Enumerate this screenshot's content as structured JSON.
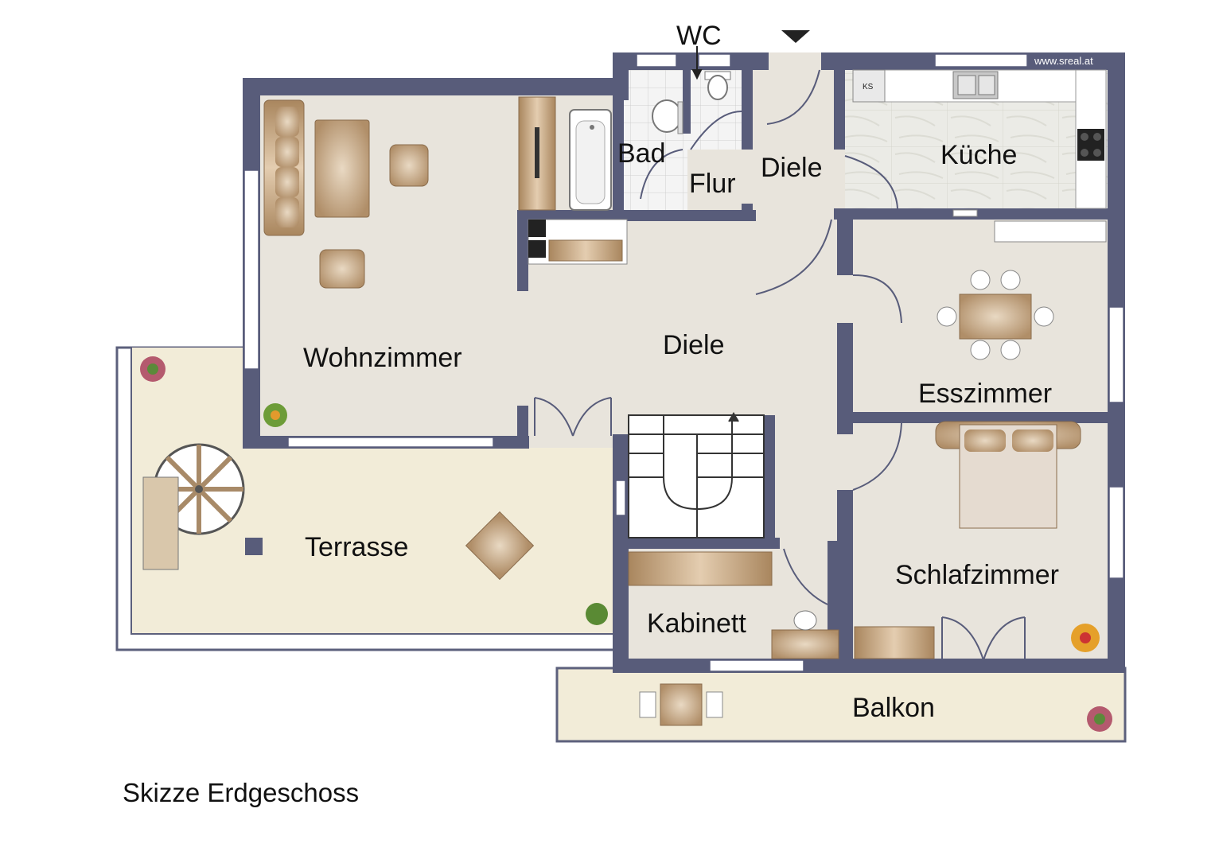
{
  "watermark": "www.sreal.at",
  "caption": "Skizze Erdgeschoss",
  "ks_label": "KS",
  "rooms": {
    "wc": "WC",
    "bad": "Bad",
    "flur": "Flur",
    "diele_top": "Diele",
    "kueche": "Küche",
    "wohnzimmer": "Wohnzimmer",
    "diele_main": "Diele",
    "esszimmer": "Esszimmer",
    "schlafzimmer": "Schlafzimmer",
    "kabinett": "Kabinett",
    "terrasse": "Terrasse",
    "balkon": "Balkon"
  },
  "colors": {
    "wall": "#585c7a",
    "floor": "#e8e4dc",
    "terrace": "#f2ecd8",
    "furniture": "#c9ad88",
    "window": "#ffffff"
  }
}
